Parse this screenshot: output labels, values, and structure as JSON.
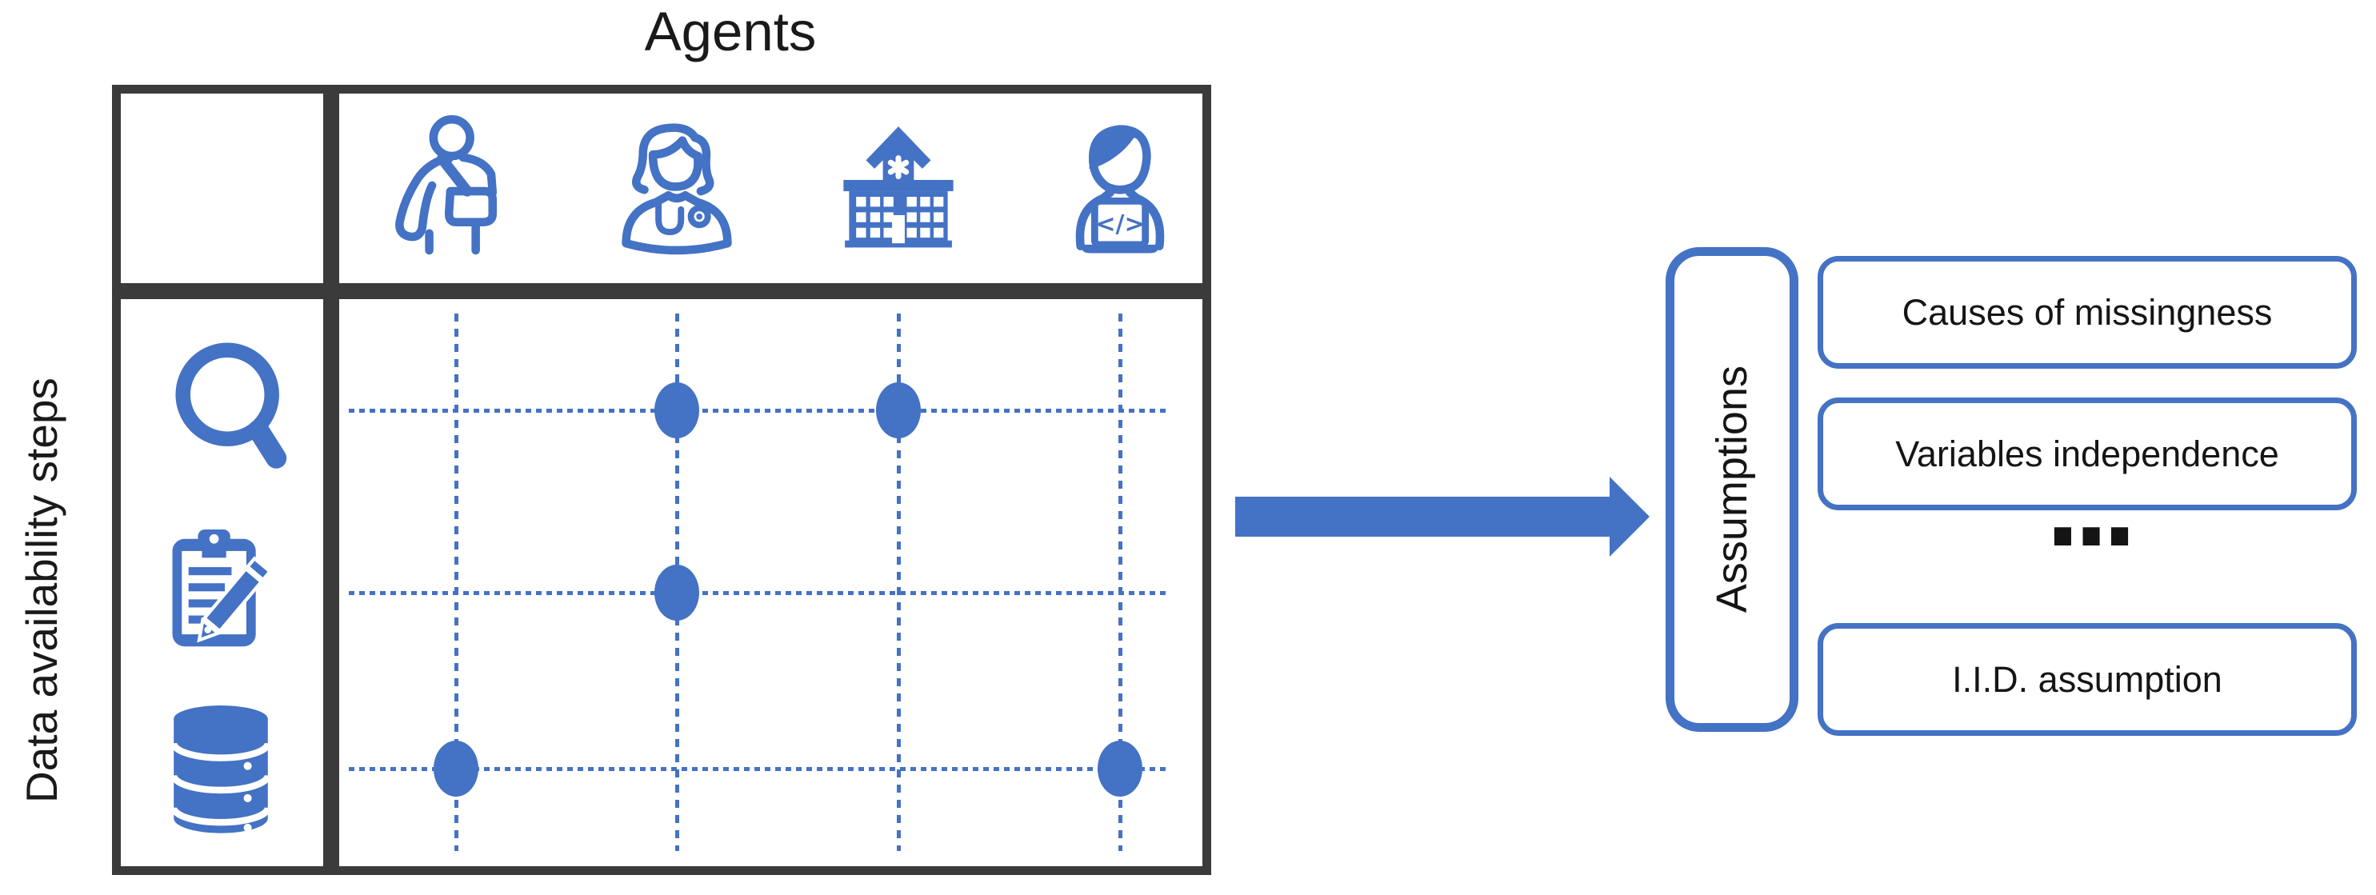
{
  "header": {
    "title": "Agents"
  },
  "side_label": "Data availability steps",
  "matrix": {
    "agents": [
      "patient-arm-sling-icon",
      "doctor-icon",
      "hospital-icon",
      "developer-laptop-icon"
    ],
    "steps": [
      "search-icon",
      "clipboard-pencil-icon",
      "database-icon"
    ],
    "marks": [
      {
        "step": 0,
        "agent": 1
      },
      {
        "step": 0,
        "agent": 2
      },
      {
        "step": 1,
        "agent": 1
      },
      {
        "step": 2,
        "agent": 0
      },
      {
        "step": 2,
        "agent": 3
      }
    ]
  },
  "arrow": {
    "direction": "right"
  },
  "assumptions": {
    "label": "Assumptions",
    "items": [
      {
        "type": "box",
        "label": "Causes of missingness"
      },
      {
        "type": "box",
        "label": "Variables independence"
      },
      {
        "type": "ellipsis",
        "label": "..."
      },
      {
        "type": "box",
        "label": "I.I.D. assumption"
      }
    ]
  },
  "colors": {
    "accent_blue": "#4472C4",
    "grid_dark": "#3B3B3B",
    "text": "#1A1A1A",
    "background": "#FFFFFF"
  }
}
